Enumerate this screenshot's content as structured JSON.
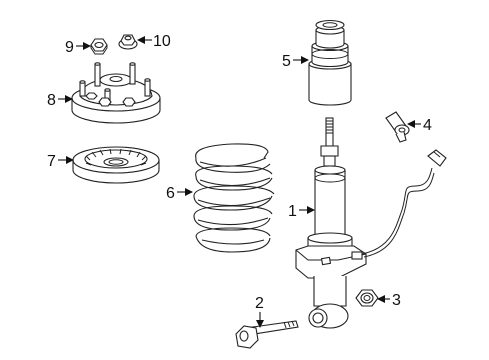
{
  "callouts": [
    {
      "id": 1,
      "label": "1",
      "part": "strut-assembly"
    },
    {
      "id": 2,
      "label": "2",
      "part": "lower-bolt"
    },
    {
      "id": 3,
      "label": "3",
      "part": "lower-nut"
    },
    {
      "id": 4,
      "label": "4",
      "part": "sensor-connector"
    },
    {
      "id": 5,
      "label": "5",
      "part": "dust-boot"
    },
    {
      "id": 6,
      "label": "6",
      "part": "coil-spring"
    },
    {
      "id": 7,
      "label": "7",
      "part": "spring-insulator"
    },
    {
      "id": 8,
      "label": "8",
      "part": "upper-mount"
    },
    {
      "id": 9,
      "label": "9",
      "part": "mount-nut"
    },
    {
      "id": 10,
      "label": "10",
      "part": "flange-nut"
    }
  ]
}
